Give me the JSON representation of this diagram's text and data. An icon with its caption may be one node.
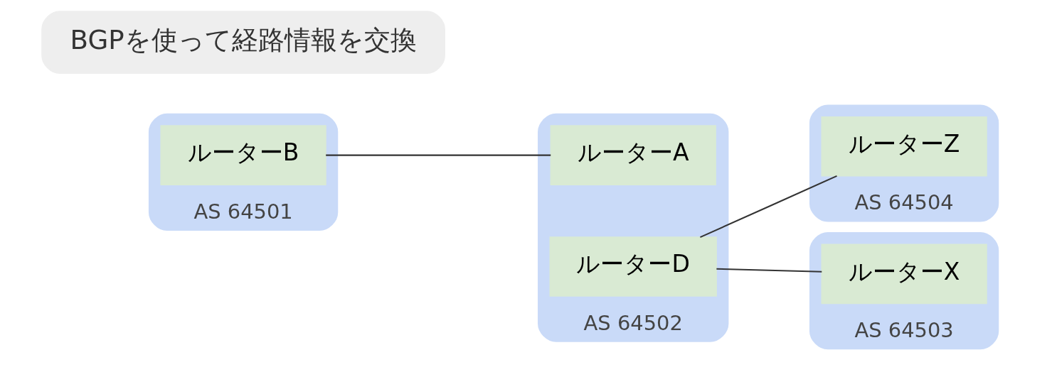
{
  "diagram": {
    "nodes": [
      {
        "text": [
          "AS 64501"
        ]
      },
      {
        "text": [
          "ルーターB"
        ],
        "in": 0
      },
      {
        "text": [
          "AS 64502"
        ]
      },
      {
        "text": [
          "ルーターA"
        ],
        "in": 2
      },
      {
        "text": [
          "ルーターD"
        ],
        "in": 2
      },
      {
        "text": [
          "AS 64504"
        ]
      },
      {
        "text": [
          "ルーターZ"
        ],
        "in": 5
      },
      {
        "text": [
          "AS 64503"
        ]
      },
      {
        "text": [
          "ルーターX"
        ],
        "in": 7
      }
    ],
    "edges": [
      {
        "from": 1,
        "to": 3,
        "arrow": "none"
      },
      {
        "from": 4,
        "to": 6,
        "arrow": "none"
      },
      {
        "from": 4,
        "to": 8,
        "arrow": "none"
      }
    ],
    "labels": [
      "BGPを使って経路情報を交換"
    ]
  }
}
